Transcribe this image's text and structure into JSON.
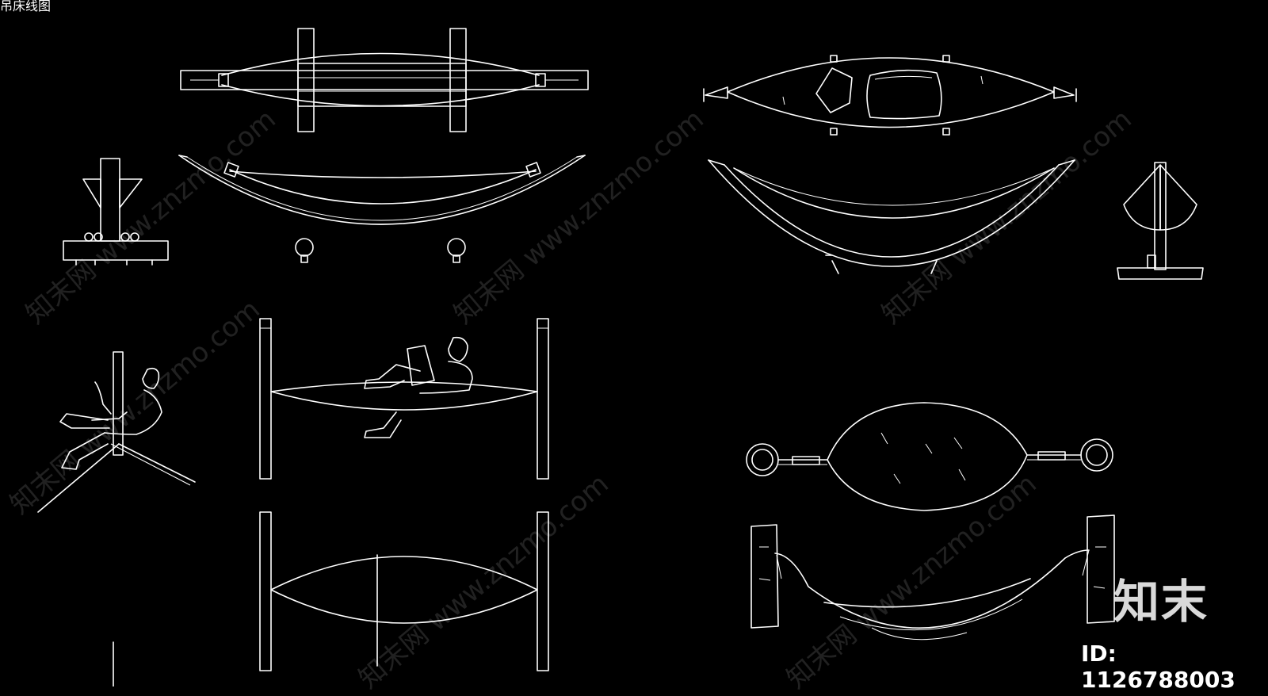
{
  "drawing": {
    "corner_label": "吊床线图"
  },
  "watermark": {
    "text": "知末网 www.znzmo.com",
    "logo": "知末",
    "id": "ID: 1126788003"
  }
}
